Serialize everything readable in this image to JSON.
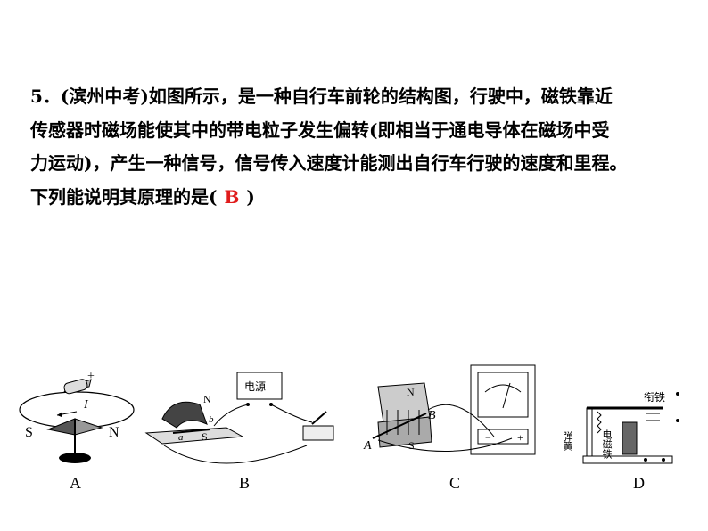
{
  "question": {
    "number": "5．",
    "source": "(滨州中考)",
    "lines": [
      "如图所示，是一种自行车前轮的结构图，行驶中，磁铁靠近",
      "传感器时磁场能使其中的带电粒子发生偏转(即相当于通电导体在磁场中受",
      "力运动)，产生一种信号，信号传入速度计能测出自行车行驶的速度和里程。",
      "下列能说明其原理的是("
    ],
    "answer": "B",
    "closing": ")"
  },
  "figures": {
    "a": {
      "label": "A",
      "plus": "+",
      "current": "I",
      "south": "S",
      "north": "N"
    },
    "b": {
      "label": "B",
      "power": "电源",
      "north": "N",
      "south": "S",
      "a": "a",
      "b": "b"
    },
    "c": {
      "label": "C",
      "a": "A",
      "b": "B",
      "north": "N",
      "south": "S",
      "minus": "−",
      "plus": "+"
    },
    "d": {
      "label": "D",
      "armature": "衔铁",
      "spring": "弹簧",
      "electromagnet": "电磁铁"
    }
  }
}
